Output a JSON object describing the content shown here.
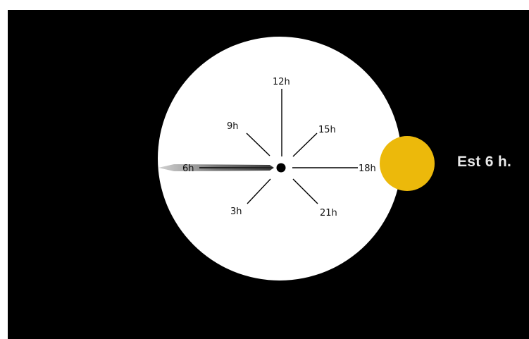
{
  "clock": {
    "labels": {
      "h12": "12h",
      "h15": "15h",
      "h18": "18h",
      "h21": "21h",
      "h3": "3h",
      "h9": "9h",
      "h6": "6h"
    }
  },
  "annotation": {
    "text": "Est 6 h."
  },
  "colors": {
    "background": "#000000",
    "dial": "#ffffff",
    "sun": "#ecb90b",
    "shadow": "#7a7a7a"
  }
}
